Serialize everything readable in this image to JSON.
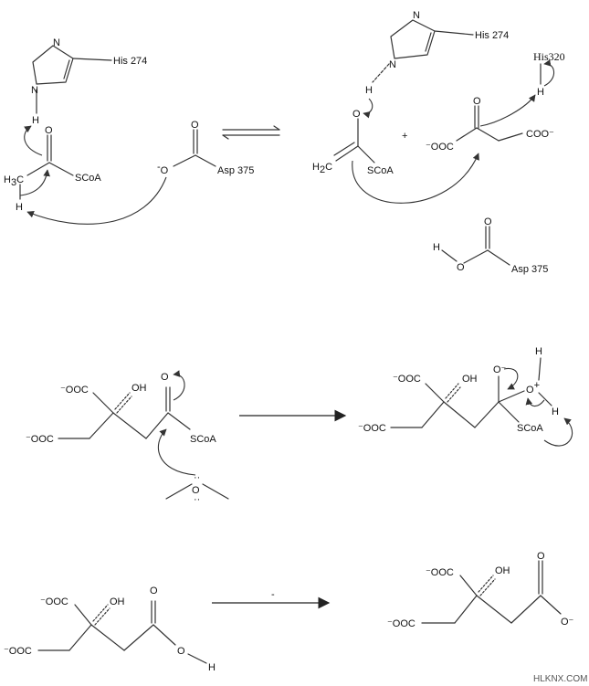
{
  "labels": {
    "his274": "His 274",
    "his320": "His320",
    "asp375": "Asp 375",
    "scoa": "SCoA",
    "ooc": "⁻OOC",
    "coo": "COO⁻",
    "oh": "OH",
    "o": "O",
    "o_minus": "O⁻",
    "n": "N",
    "h": "H",
    "c": "C",
    "plus": "+",
    "dash": "-"
  },
  "watermark": "HLKNX.COM"
}
